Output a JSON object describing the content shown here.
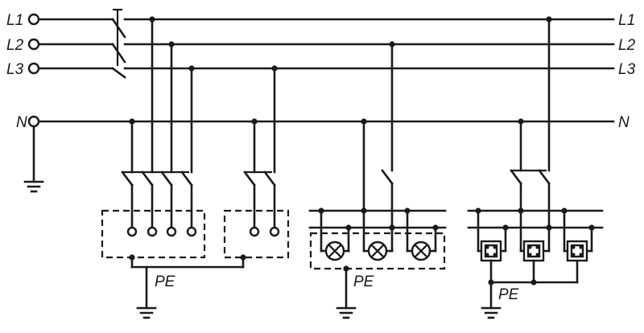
{
  "labels": {
    "left": {
      "l1": "L1",
      "l2": "L2",
      "l3": "L3",
      "n": "N"
    },
    "right": {
      "l1": "L1",
      "l2": "L2",
      "l3": "L3",
      "n": "N"
    },
    "pe": [
      "PE",
      "PE",
      "PE"
    ]
  },
  "colors": {
    "line": "#1a1a1a",
    "background": "#ffffff"
  }
}
